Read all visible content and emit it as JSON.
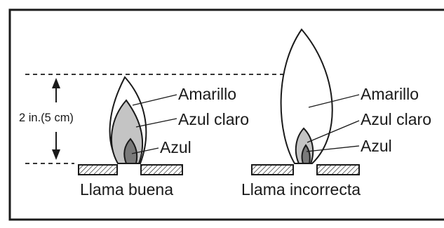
{
  "dimension": {
    "label": "2 in.(5 cm)"
  },
  "good_flame": {
    "caption": "Llama buena",
    "labels": {
      "outer": "Amarillo",
      "middle": "Azul claro",
      "inner": "Azul"
    }
  },
  "bad_flame": {
    "caption": "Llama incorrecta",
    "labels": {
      "outer": "Amarillo",
      "middle": "Azul claro",
      "inner": "Azul"
    }
  },
  "colors": {
    "outline": "#1a1a1a",
    "outer_flame": "#ffffff",
    "light_blue_zone": "#c4c4c4",
    "blue_core": "#7a7a7a",
    "burner_hatch": "#1a1a1a"
  }
}
